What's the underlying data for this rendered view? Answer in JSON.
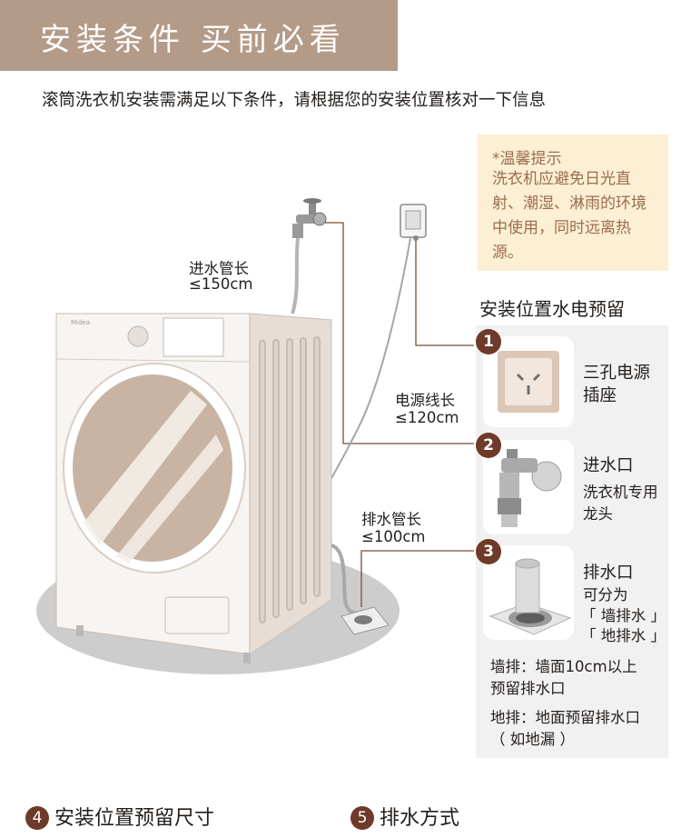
{
  "banner": {
    "title": "安装条件 买前必看"
  },
  "intro": "滚筒洗衣机安装需满足以下条件，请根据您的安装位置核对一下信息",
  "tips": {
    "title": "*温馨提示",
    "body": "洗衣机应避免日光直射、潮湿、淋雨的环境中使用，同时远离热源。"
  },
  "illustration": {
    "water_inlet_hose": {
      "name": "进水管长",
      "length": "≤150cm"
    },
    "power_cord": {
      "name": "电源线长",
      "length": "≤120cm"
    },
    "drain_hose": {
      "name": "排水管长",
      "length": "≤100cm"
    }
  },
  "reserve": {
    "title": "安装位置水电预留",
    "items": [
      {
        "num": "1",
        "title": "三孔电源",
        "title2": "插座",
        "icon": "power-socket-icon"
      },
      {
        "num": "2",
        "title": "进水口",
        "sub": "洗衣机专用",
        "sub2": "龙头",
        "icon": "faucet-icon"
      },
      {
        "num": "3",
        "title": "排水口",
        "sub": "可分为",
        "opt1": "「 墙排水 」",
        "opt2": "「 地排水 」",
        "icon": "floor-drain-icon"
      }
    ],
    "wall_drain_1": "墙排：墙面10cm以上",
    "wall_drain_2": "预留排水口",
    "floor_drain_1": "地排：地面预留排水口",
    "floor_drain_2": "（ 如地漏 ）"
  },
  "footer": [
    {
      "num": "4",
      "label": "安装位置预留尺寸"
    },
    {
      "num": "5",
      "label": "排水方式"
    }
  ],
  "colors": {
    "banner": "#b49b88",
    "accent": "#6e3a2a",
    "tips_bg": "#fcefd3",
    "tips_text": "#9b6d50",
    "panel_bg": "#f2f1f1"
  }
}
